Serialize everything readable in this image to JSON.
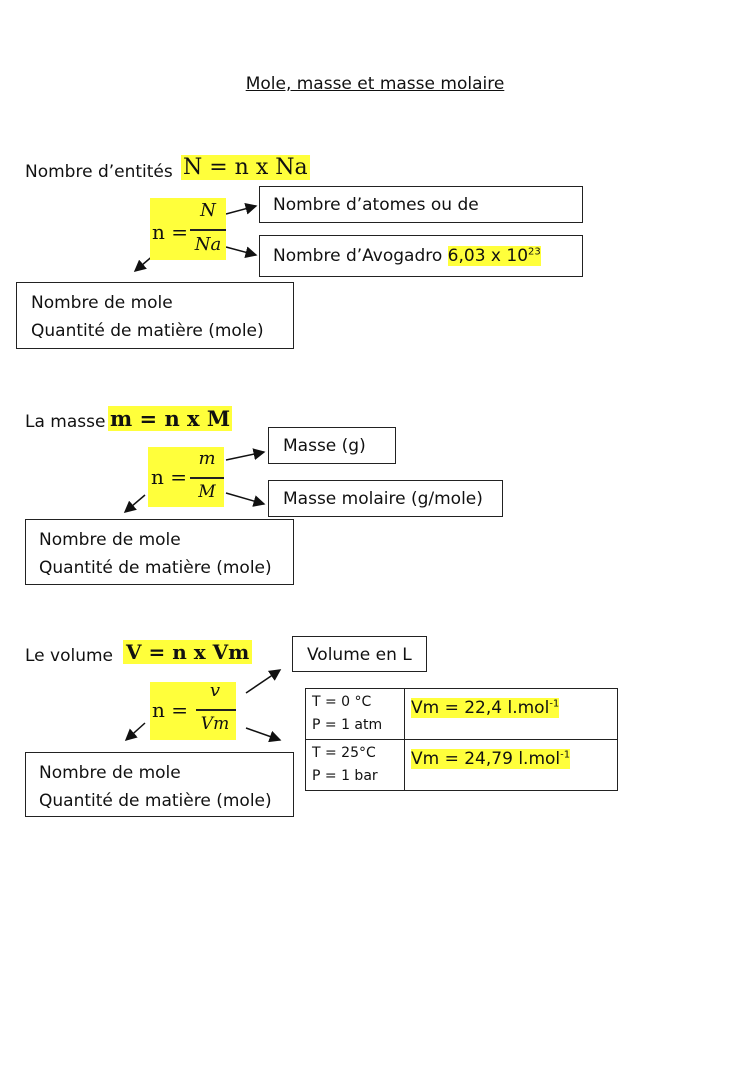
{
  "title": "Mole, masse et masse molaire",
  "section1": {
    "label": "Nombre d’entités",
    "formula": "N = n x Na",
    "n_prefix": "n =",
    "numerator": "N",
    "denominator": "Na",
    "box_top": "Nombre d’atomes ou de",
    "box_avogadro_label": "Nombre d’Avogadro",
    "box_avogadro_value": "6,03 x 10",
    "box_avogadro_exp": "23",
    "box_mole_line1": "Nombre de mole",
    "box_mole_line2": "Quantité de matière (mole)"
  },
  "section2": {
    "label": "La masse",
    "formula": "m = n x M",
    "n_prefix": "n =",
    "numerator": "m",
    "denominator": "M",
    "box_top": "Masse (g)",
    "box_bottom": "Masse molaire (g/mole)",
    "box_mole_line1": "Nombre de mole",
    "box_mole_line2": "Quantité de matière (mole)"
  },
  "section3": {
    "label": "Le volume",
    "formula": "V = n x Vm",
    "n_prefix": "n =",
    "numerator": "v",
    "denominator": "Vm",
    "box_top": "Volume en L",
    "box_mole_line1": "Nombre de mole",
    "box_mole_line2": "Quantité de matière (mole)",
    "table": [
      {
        "cond1": "T = 0 °C",
        "cond2": "P = 1 atm",
        "value": "Vm = 22,4 l.mol",
        "exp": "-1"
      },
      {
        "cond1": "T = 25°C",
        "cond2": "P = 1 bar",
        "value": "Vm = 24,79 l.mol",
        "exp": "-1"
      }
    ]
  },
  "colors": {
    "highlight": "#ffff3b",
    "text": "#111111",
    "border": "#222222"
  }
}
